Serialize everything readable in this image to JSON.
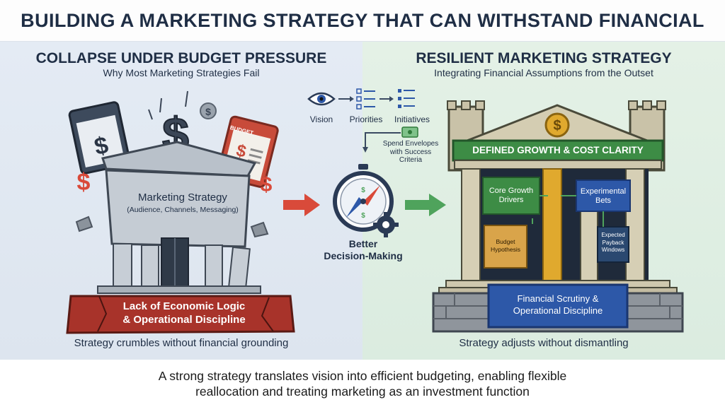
{
  "title": "BUILDING A MARKETING STRATEGY THAT CAN WITHSTAND FINANCIAL SCRUTINY",
  "left": {
    "title": "COLLAPSE UNDER BUDGET PRESSURE",
    "subtitle": "Why Most Marketing Strategies Fail",
    "budget_doc_left": "BUDGET",
    "budget_doc_right": "BUDGET",
    "temple_title": "Marketing Strategy",
    "temple_sub": "(Audience, Channels, Messaging)",
    "base_line1": "Lack of Economic Logic",
    "base_line2": "& Operational Discipline",
    "caption": "Strategy crumbles without financial grounding"
  },
  "flow": {
    "vision": "Vision",
    "priorities": "Priorities",
    "initiatives": "Initiatives",
    "spend_line1": "Spend Envelopes",
    "spend_line2": "with Success",
    "spend_line3": "Criteria",
    "decision_line1": "Better",
    "decision_line2": "Decision-Making"
  },
  "right": {
    "title": "RESILIENT MARKETING STRATEGY",
    "subtitle": "Integrating Financial Assumptions from the Outset",
    "banner": "DEFINED GROWTH & COST CLARITY",
    "core_line1": "Core Growth",
    "core_line2": "Drivers",
    "exp_line1": "Experimental",
    "exp_line2": "Bets",
    "budget_line1": "Budget",
    "budget_line2": "Hypothesis",
    "payback_line1": "Expected",
    "payback_line2": "Payback",
    "payback_line3": "Windows",
    "base_line1": "Financial Scrutiny &",
    "base_line2": "Operational Discipline",
    "caption": "Strategy adjusts without dismantling"
  },
  "footer": {
    "line1": "A strong strategy translates vision into efficient budgeting, enabling flexible",
    "line2": "reallocation and treating marketing as an investment function"
  },
  "colors": {
    "navy": "#1f2e45",
    "red": "#d94a3a",
    "green": "#4fa35c",
    "gold": "#e0a92e",
    "blue": "#2d58a8"
  }
}
